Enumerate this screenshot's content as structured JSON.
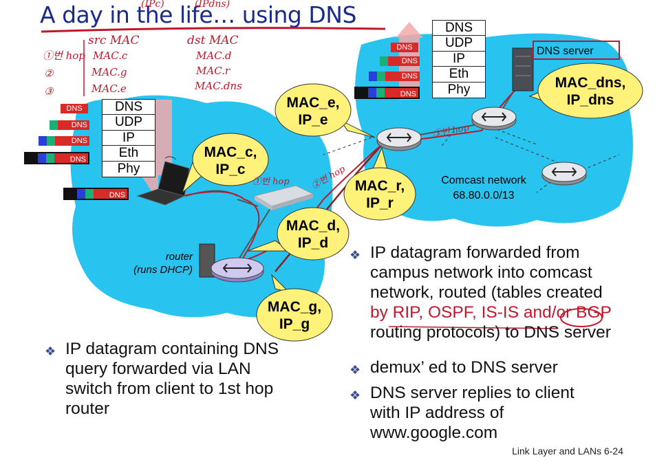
{
  "title": "A day in the life… using DNS",
  "left_stack": [
    "DNS",
    "UDP",
    "IP",
    "Eth",
    "Phy"
  ],
  "right_stack": [
    "DNS",
    "UDP",
    "IP",
    "Eth",
    "Phy"
  ],
  "packet_label": "DNS",
  "bubbles": {
    "mac_c": [
      "MAC_c,",
      "IP_c"
    ],
    "mac_d": [
      "MAC_d,",
      "IP_d"
    ],
    "mac_g": [
      "MAC_g,",
      "IP_g"
    ],
    "mac_e": [
      "MAC_e,",
      "IP_e"
    ],
    "mac_r": [
      "MAC_r,",
      "IP_r"
    ],
    "mac_dns": [
      "MAC_dns,",
      "IP_dns"
    ]
  },
  "labels": {
    "router": "router",
    "runs_dhcp": "(runs DHCP)",
    "comcast_network": "Comcast network",
    "comcast_prefix": "68.80.0.0/13",
    "dns_server": "DNS server"
  },
  "bullets_left": [
    [
      "IP datagram containing DNS",
      "query forwarded via LAN",
      "switch from client to 1st hop",
      "router"
    ]
  ],
  "bullets_right": [
    [
      "IP datagram forwarded from",
      "campus network into comcast",
      "network, routed (tables created",
      "by RIP, OSPF, IS-IS and/or BGP",
      "routing protocols) to DNS server"
    ],
    [
      "demux’ ed to DNS server"
    ],
    [
      "DNS server replies to client",
      "with IP address of",
      "www.google.com"
    ]
  ],
  "footer": "Link Layer and LANs   6-24",
  "handwriting": {
    "top_marks": [
      "(IPc)",
      "(IPdns)"
    ],
    "src_mac": "src MAC",
    "dst_mac": "dst MAC",
    "hop_labels": [
      "①번 hop",
      "②",
      "③"
    ],
    "src_vals": [
      "MAC.c",
      "MAC.g",
      "MAC.e"
    ],
    "dst_vals": [
      "MAC.d",
      "MAC.r",
      "MAC.dns"
    ],
    "path_hops": [
      "①번 hop",
      "②번 hop",
      "③번 hop"
    ]
  },
  "colors": {
    "cloud": "#29c3ef",
    "bubble": "#fff27a",
    "ink": "#c0182a",
    "title": "#1a2a8c"
  }
}
